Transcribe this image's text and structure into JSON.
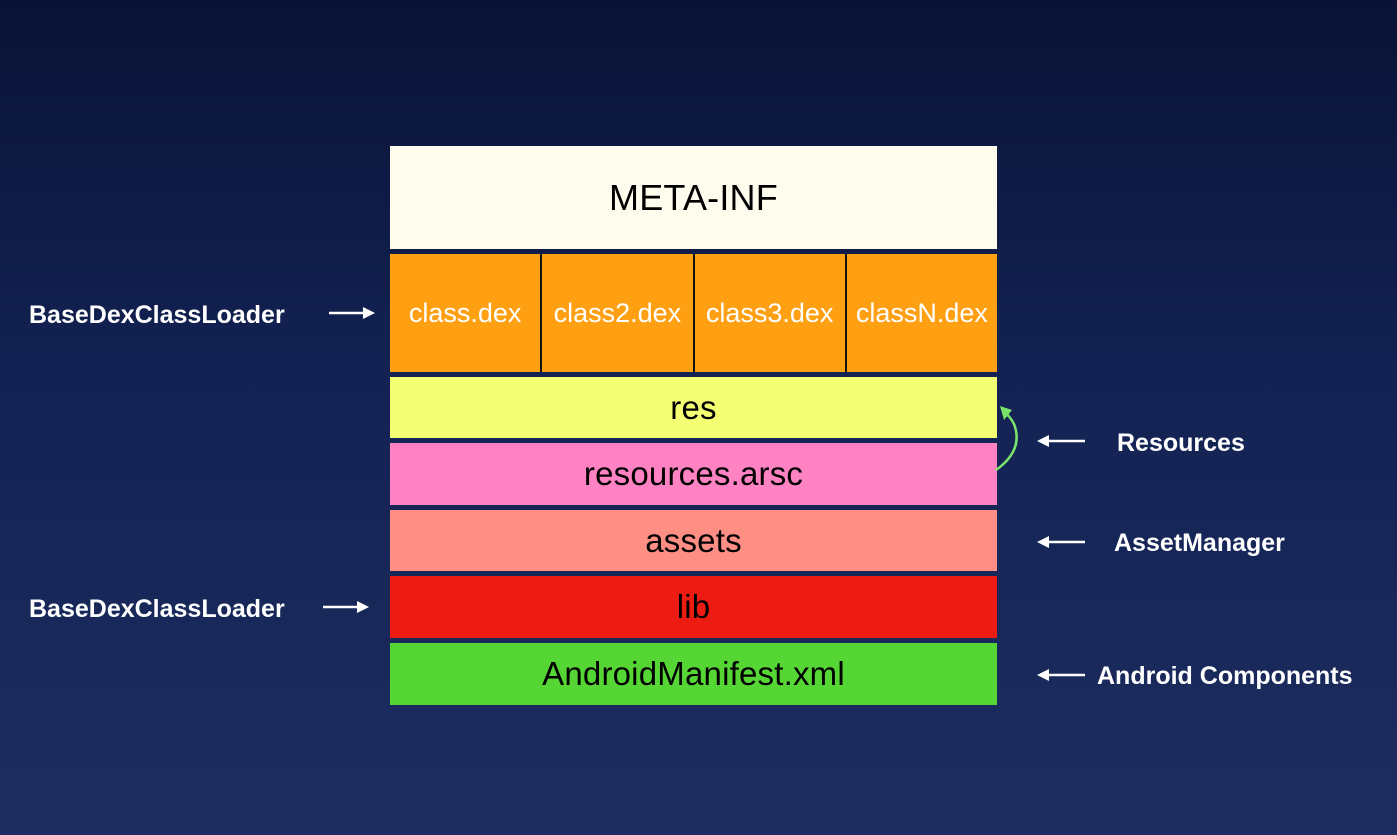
{
  "blocks": {
    "meta_inf": "META-INF",
    "dex_files": [
      "class.dex",
      "class2.dex",
      "class3.dex",
      "classN.dex"
    ],
    "res": "res",
    "resources_arsc": "resources.arsc",
    "assets": "assets",
    "lib": "lib",
    "manifest": "AndroidManifest.xml"
  },
  "annotations": {
    "dex_loader": "BaseDexClassLoader",
    "lib_loader": "BaseDexClassLoader",
    "resources": "Resources",
    "asset_manager": "AssetManager",
    "android_components": "Android Components"
  },
  "colors": {
    "background_top": "#0a1336",
    "background_bottom": "#1d2d5f",
    "meta_inf": "#fefcec",
    "dex": "#ff9f12",
    "res": "#f3fe73",
    "resources_arsc": "#ff82c3",
    "assets": "#ff8f84",
    "lib": "#ec1c13",
    "manifest": "#56d634",
    "curved_arrow": "#7be36a",
    "arrow": "#ffffff"
  }
}
